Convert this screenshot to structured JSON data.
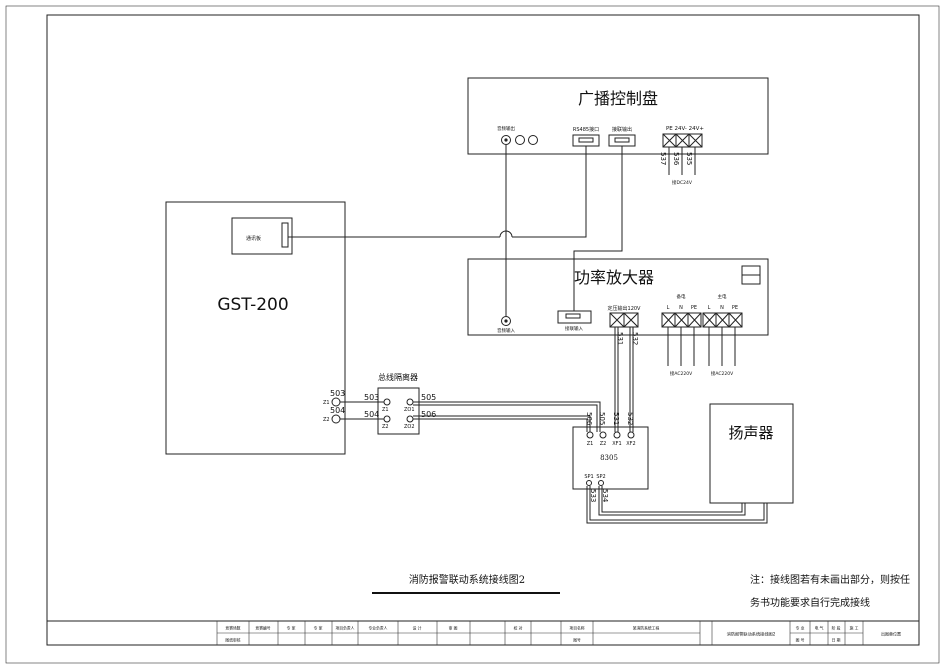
{
  "broadcast_panel": {
    "title": "广播控制盘",
    "audio_out": "音频输出",
    "rs485": "RS485接口",
    "link_out": "接联输出",
    "power_terms": "PE 24V- 24V+",
    "wire_labels": [
      "537",
      "536",
      "535"
    ],
    "power_note": "接DC24V"
  },
  "gst": {
    "title": "GST-200",
    "comm_board": "通讯板",
    "terminals": [
      "Z1",
      "Z2"
    ],
    "wires": [
      "503",
      "504"
    ]
  },
  "amplifier": {
    "title": "功率放大器",
    "audio_in": "音频输入",
    "link_in": "接联输入",
    "output": "定压输出120V",
    "backup_power": "备电",
    "main_power": "主电",
    "lnpe": [
      "L",
      "N",
      "PE"
    ],
    "note_ac": "接AC220V",
    "wire_labels": [
      "531",
      "532"
    ]
  },
  "isolator": {
    "title": "总线隔离器",
    "in_wires": [
      "503",
      "504"
    ],
    "out_wires": [
      "505",
      "506"
    ],
    "in_terms": [
      "Z1",
      "Z2"
    ],
    "out_terms": [
      "ZO1",
      "ZO2"
    ]
  },
  "module": {
    "name": "8305",
    "top_wires": [
      "506",
      "505",
      "531",
      "532"
    ],
    "top_terms": [
      "Z1",
      "Z2",
      "XF1",
      "XF2"
    ],
    "bottom_terms": [
      "SP1",
      "SP2"
    ],
    "bottom_wires": [
      "533",
      "534"
    ]
  },
  "speaker": {
    "title": "扬声器"
  },
  "caption": "消防报警联动系统接线图2",
  "note": {
    "line1": "注：接线图若有未画出部分，则按任",
    "line2": "务书功能要求自行完成接线"
  },
  "title_block": {
    "row1": [
      "竞赛场数",
      "竞赛编号",
      "专 家",
      "专 家",
      "项目负责人",
      "专业负责人",
      "设 计",
      "审 图",
      "校 对",
      "项目名称",
      "某消防系统工程"
    ],
    "row2": [
      "图纸审核",
      "图号"
    ],
    "drawing_name": "消防报警联动系统接线图2",
    "right": [
      "专 业",
      "电 气",
      "阶 段",
      "施 工",
      "图 号",
      "日 期"
    ],
    "stamp": "出图章位置"
  }
}
